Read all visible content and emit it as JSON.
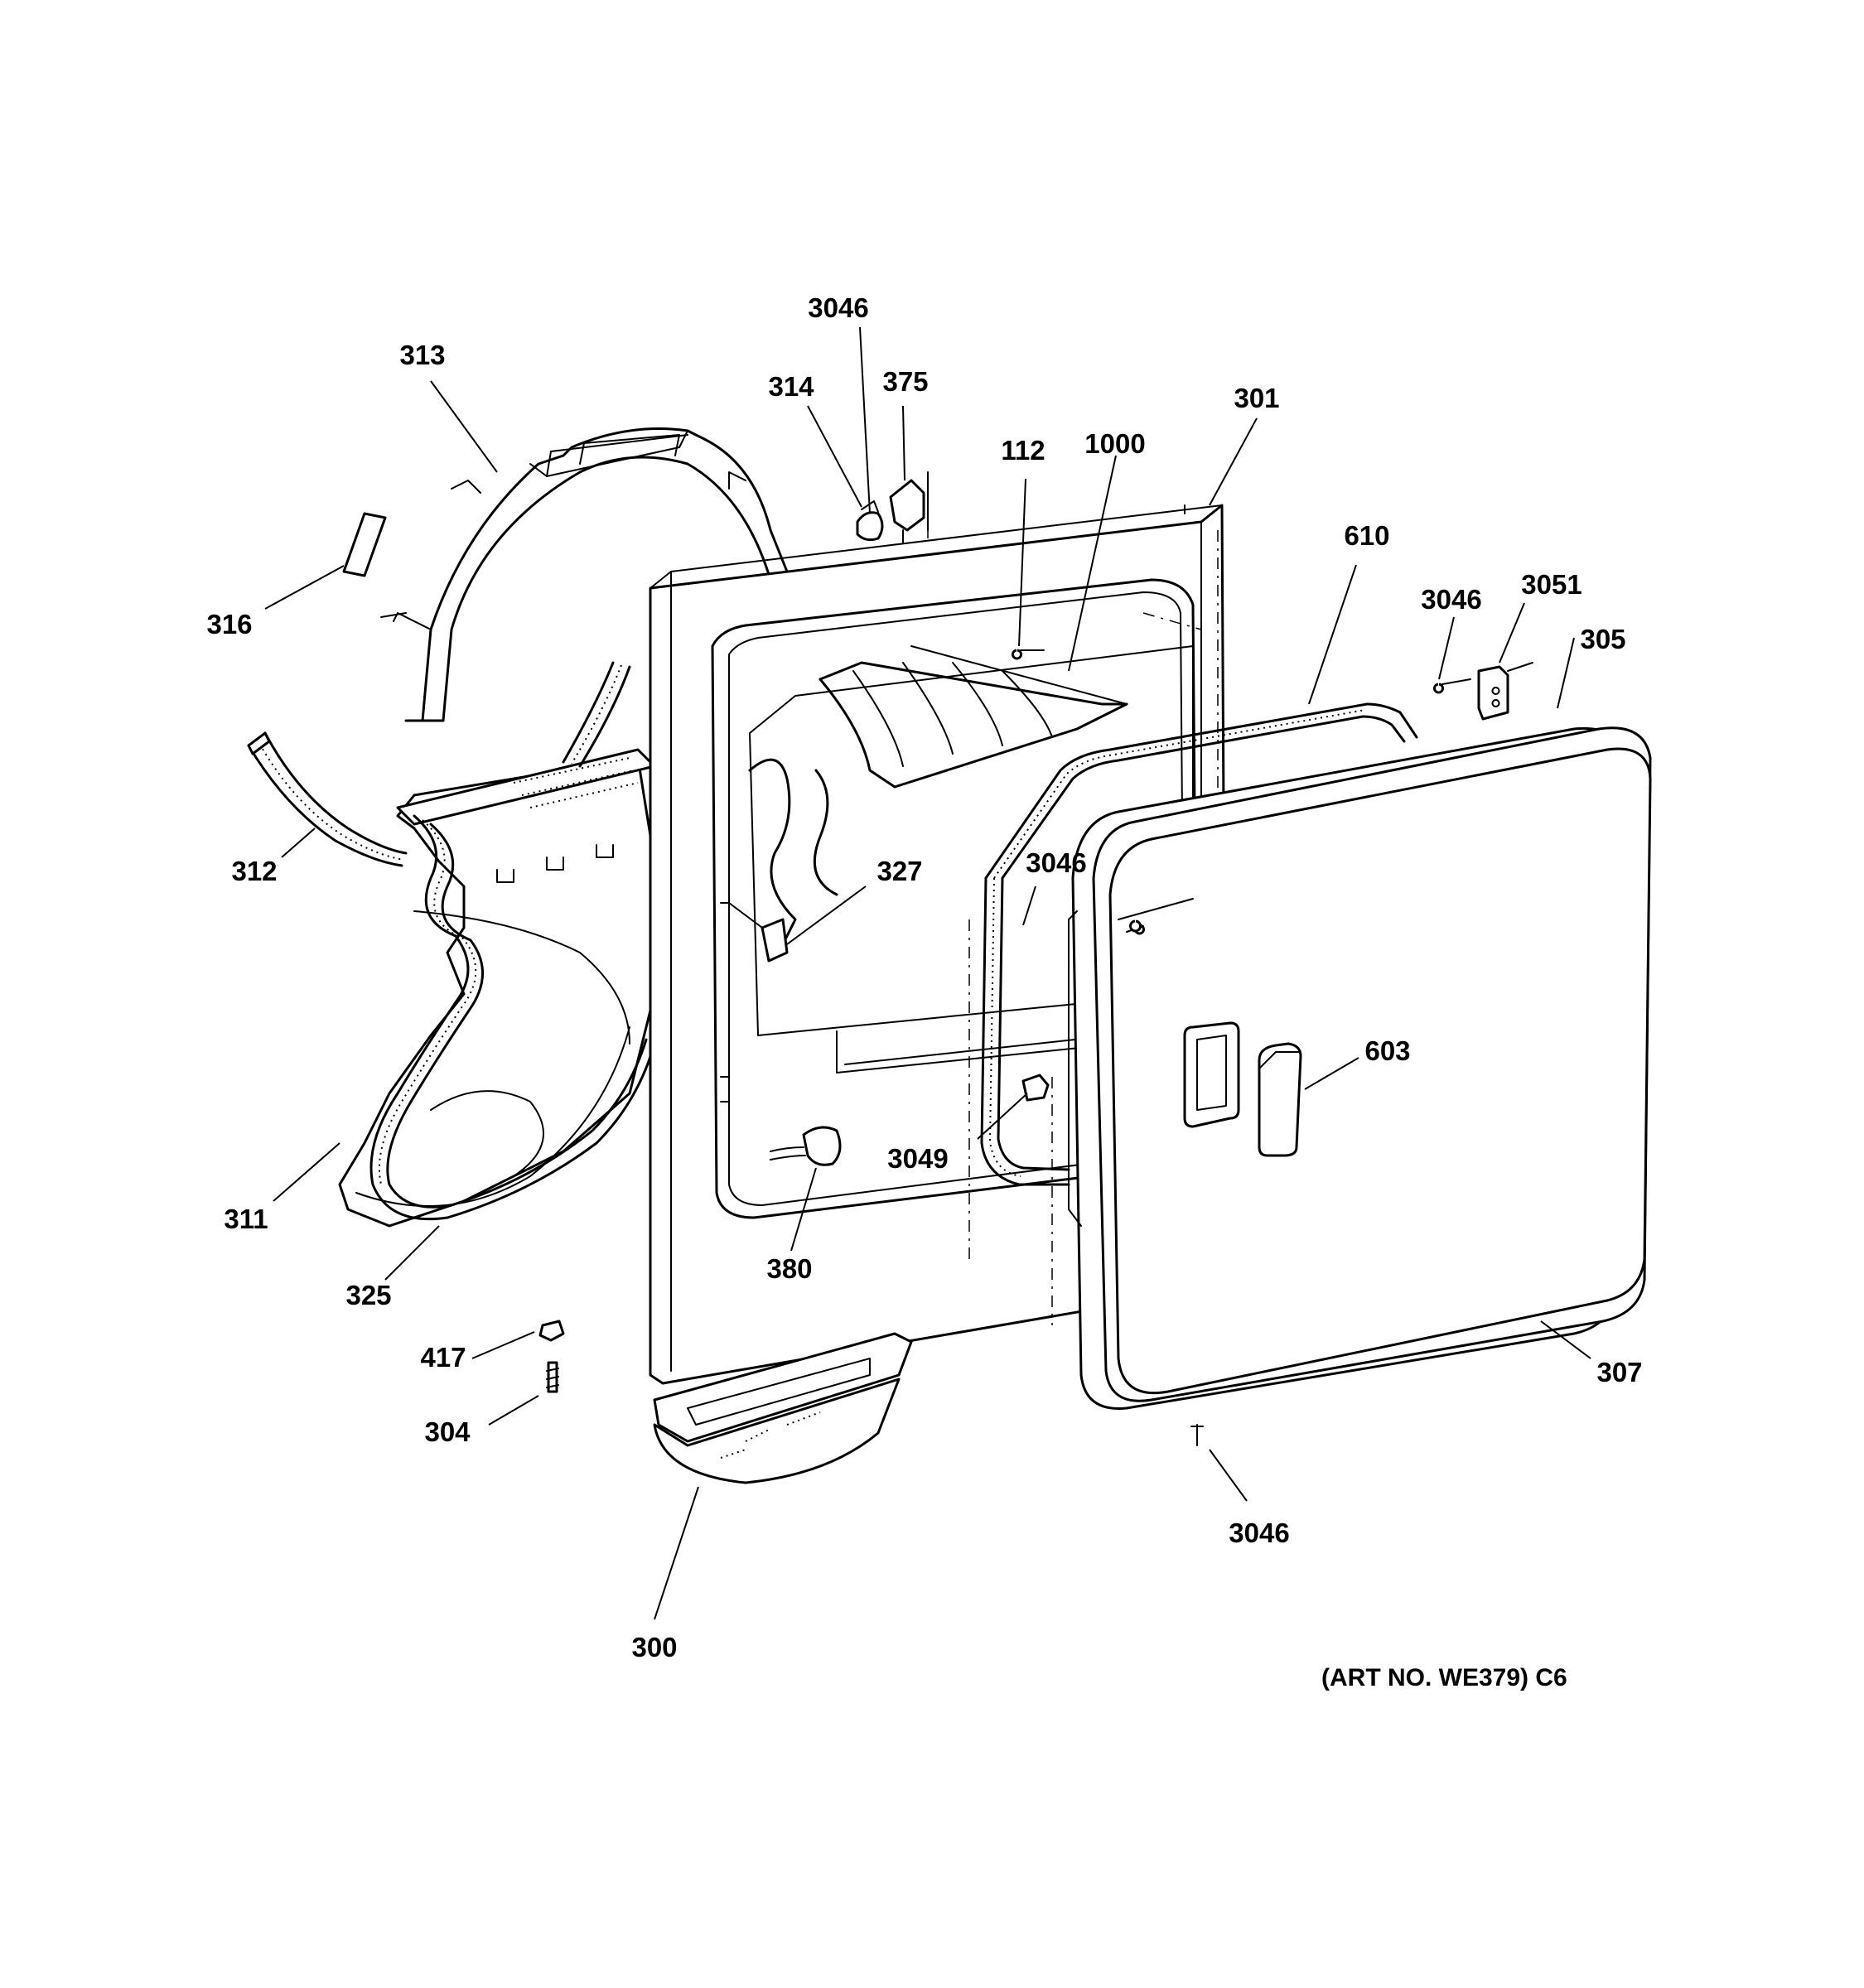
{
  "diagram": {
    "parts": [
      {
        "id": "p3046a",
        "label": "3046"
      },
      {
        "id": "p313",
        "label": "313"
      },
      {
        "id": "p314",
        "label": "314"
      },
      {
        "id": "p375",
        "label": "375"
      },
      {
        "id": "p301",
        "label": "301"
      },
      {
        "id": "p112",
        "label": "112"
      },
      {
        "id": "p1000",
        "label": "1000"
      },
      {
        "id": "p610",
        "label": "610"
      },
      {
        "id": "p3046b",
        "label": "3046"
      },
      {
        "id": "p3051",
        "label": "3051"
      },
      {
        "id": "p305",
        "label": "305"
      },
      {
        "id": "p316",
        "label": "316"
      },
      {
        "id": "p312",
        "label": "312"
      },
      {
        "id": "p327",
        "label": "327"
      },
      {
        "id": "p3046c",
        "label": "3046"
      },
      {
        "id": "p603",
        "label": "603"
      },
      {
        "id": "p3049",
        "label": "3049"
      },
      {
        "id": "p311",
        "label": "311"
      },
      {
        "id": "p380",
        "label": "380"
      },
      {
        "id": "p325",
        "label": "325"
      },
      {
        "id": "p307",
        "label": "307"
      },
      {
        "id": "p417",
        "label": "417"
      },
      {
        "id": "p304",
        "label": "304"
      },
      {
        "id": "p3046d",
        "label": "3046"
      },
      {
        "id": "p300",
        "label": "300"
      }
    ],
    "art_number": "(ART NO. WE379) C6"
  }
}
